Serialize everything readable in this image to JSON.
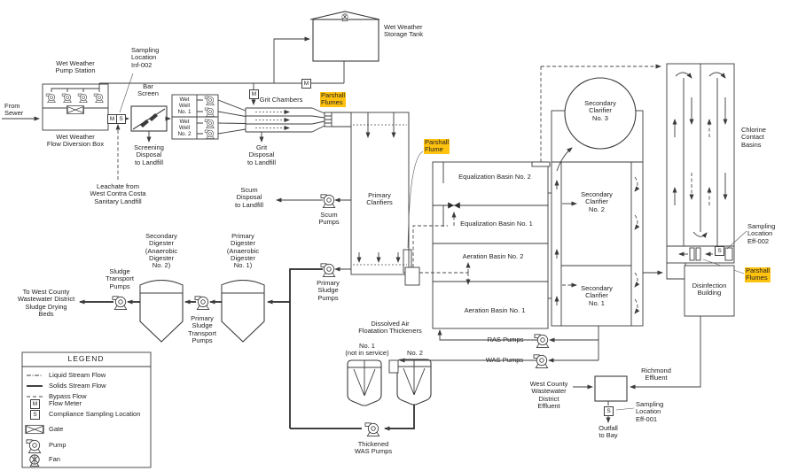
{
  "colors": {
    "highlight": "#ffc20e",
    "line": "#3b3b3b"
  },
  "symbols": {
    "flow_meter": "M",
    "sampling_location": "S"
  },
  "labels": {
    "from_sewer": "From\nSewer",
    "pump_station": "Wet Weather\nPump Station",
    "diversion_box": "Wet Weather\nFlow Diversion Box",
    "sampling_inf002": "Sampling\nLocation\nInf-002",
    "bar_screen": "Bar\nScreen",
    "screening_disposal": "Screening\nDisposal\nto Landfill",
    "leachate": "Leachate from\nWest Contra Costa\nSanitary Landfill",
    "wet_well_1": "Wet\nWell\nNo. 1",
    "wet_well_2": "Wet\nWell\nNo. 2",
    "grit_chambers": "Grit Chambers",
    "parshall_flumes_grit": "Parshall\nFlumes",
    "grit_disposal": "Grit\nDisposal\nto Landfill",
    "storage_tank": "Wet Weather\nStorage Tank",
    "scum_disposal": "Scum\nDisposal\nto Landfill",
    "scum_pumps": "Scum\nPumps",
    "primary_clarifiers": "Primary\nClarifiers",
    "parshall_flume_primary": "Parshall\nFlume",
    "eq_basin_2": "Equalization Basin No. 2",
    "eq_basin_1": "Equalization Basin No. 1",
    "aeration_basin_2": "Aeration Basin No. 2",
    "aeration_basin_1": "Aeration Basin No. 1",
    "sec_clarifier_3": "Secondary\nClarifier\nNo. 3",
    "sec_clarifier_2": "Secondary\nClarifier\nNo. 2",
    "sec_clarifier_1": "Secondary\nClarifier\nNo. 1",
    "chlorine_contact": "Chlorine\nContact\nBasins",
    "sampling_eff002": "Sampling\nLocation\nEff-002",
    "parshall_flumes_ccb": "Parshall\nFlumes",
    "disinfection_building": "Disinfection\nBuilding",
    "primary_sludge_pumps": "Primary\nSludge\nPumps",
    "primary_digester": "Primary\nDigester\n(Anaerobic\nDigester\nNo. 1)",
    "primary_sludge_transport_pumps": "Primary\nSludge\nTransport\nPumps",
    "secondary_digester": "Secondary\nDigester\n(Anaerobic\nDigester\nNo. 2)",
    "sludge_transport_pumps": "Sludge\nTransport\nPumps",
    "drying_beds": "To West County\nWastewater District\nSludge Drying\nBeds",
    "daf_thickeners": "Dissolved Air\nFloatation Thickeners",
    "daf_no1": "No. 1\n(not in service)",
    "daf_no2": "No. 2",
    "thickened_was_pumps": "Thickened\nWAS Pumps",
    "ras_pumps": "RAS Pumps",
    "was_pumps": "WAS Pumps",
    "wc_effluent": "West County\nWastewater\nDistrict\nEffluent",
    "richmond_effluent": "Richmond\nEffluent",
    "sampling_eff001": "Sampling\nLocation\nEff-001",
    "outfall": "Outfall\nto Bay"
  },
  "legend": {
    "title": "LEGEND",
    "items": [
      {
        "symbol": "liquid-line",
        "label": "Liquid Stream Flow"
      },
      {
        "symbol": "solids-line",
        "label": "Solids Stream Flow"
      },
      {
        "symbol": "bypass-line",
        "label": "Bypass Flow"
      },
      {
        "symbol": "flow-meter",
        "label": "Flow Meter"
      },
      {
        "symbol": "sampling",
        "label": "Compliance Sampling Location"
      },
      {
        "symbol": "gate",
        "label": "Gate"
      },
      {
        "symbol": "pump",
        "label": "Pump"
      },
      {
        "symbol": "fan",
        "label": "Fan"
      }
    ]
  }
}
